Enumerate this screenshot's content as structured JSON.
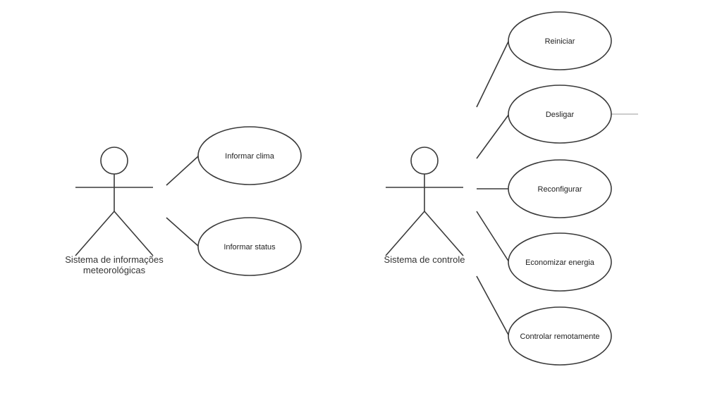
{
  "actors": {
    "weather": {
      "label_line1": "Sistema de informações",
      "label_line2": "meteorológicas"
    },
    "control": {
      "label": "Sistema de controle"
    }
  },
  "use_cases": {
    "informar_clima": "Informar clima",
    "informar_status": "Informar status",
    "reiniciar": "Reiniciar",
    "desligar": "Desligar",
    "reconfigurar": "Reconfigurar",
    "economizar_energia": "Economizar energia",
    "controlar_remotamente": "Controlar remotamente"
  },
  "colors": {
    "stroke": "#3a3a3a",
    "text": "#222222",
    "background": "#ffffff"
  }
}
